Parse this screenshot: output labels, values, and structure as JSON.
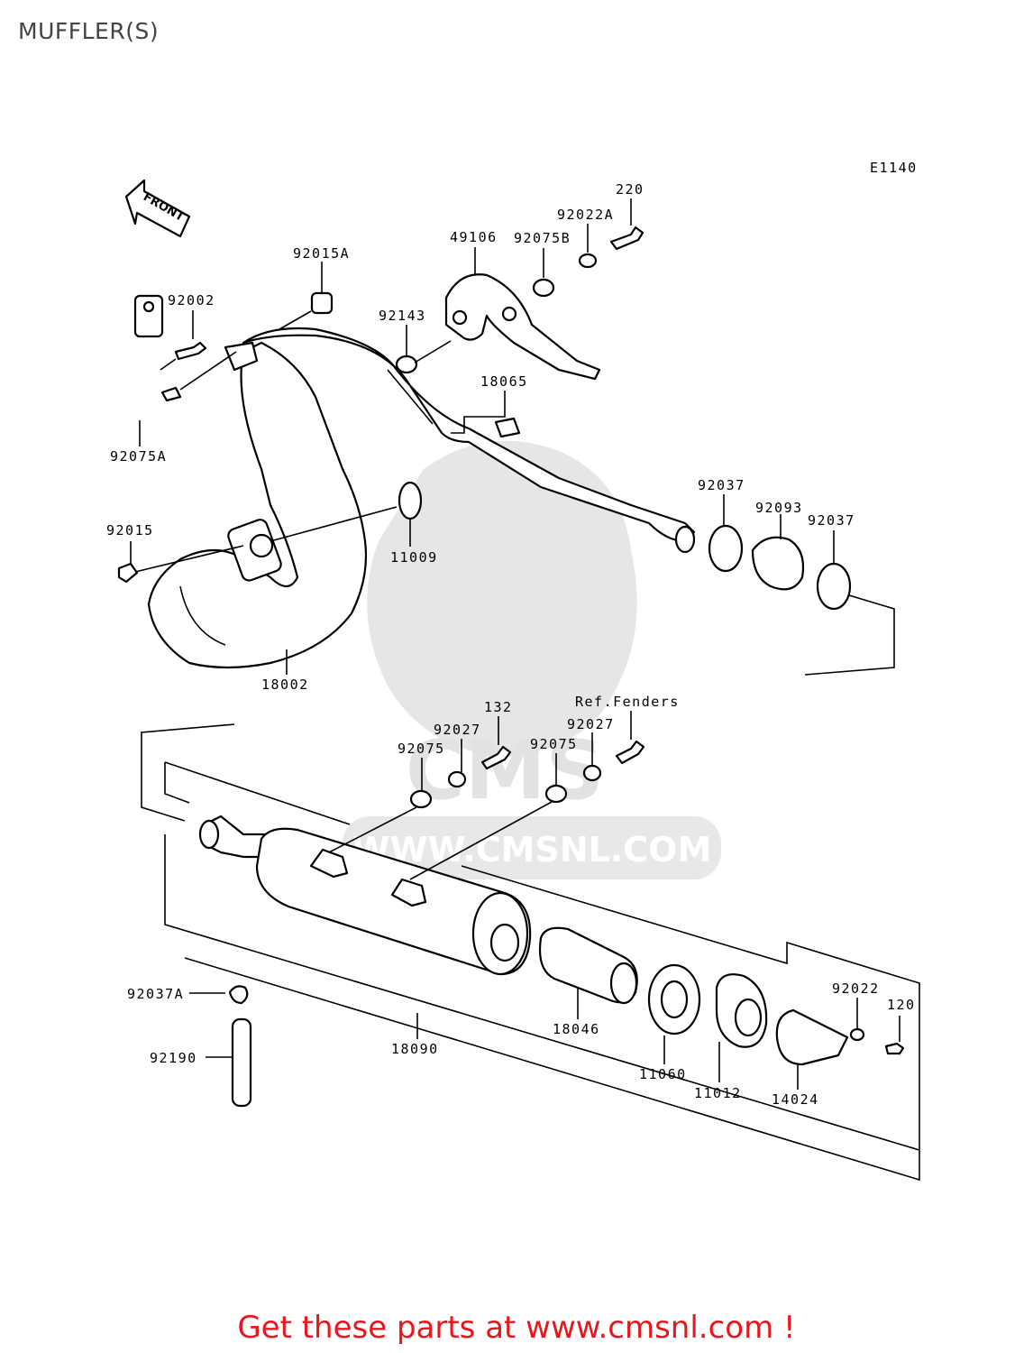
{
  "title": "MUFFLER(S)",
  "footer": "Get these parts at www.cmsnl.com !",
  "watermark": "WWW.CMSNL.COM",
  "watermark_logo": "CMS",
  "figure_code": "E1140",
  "front_arrow": "FRONT",
  "colors": {
    "footer": "#e8171c",
    "title": "#444444",
    "watermark": "#e6e6e6"
  },
  "labels": {
    "p220": "220",
    "p92022A": "92022A",
    "p49106": "49106",
    "p92075B": "92075B",
    "p92015A": "92015A",
    "p92002": "92002",
    "p92143": "92143",
    "p18065": "18065",
    "p92075A": "92075A",
    "p92037a": "92037",
    "p92093": "92093",
    "p92037b": "92037",
    "p92015": "92015",
    "p11009": "11009",
    "p18002": "18002",
    "p132": "132",
    "pRefFenders": "Ref.Fenders",
    "p92027a": "92027",
    "p92027b": "92027",
    "p92075a": "92075",
    "p92075b": "92075",
    "p92037A": "92037A",
    "p92190": "92190",
    "p18090": "18090",
    "p18046": "18046",
    "p11060": "11060",
    "p11012": "11012",
    "p14024": "14024",
    "p92022": "92022",
    "p120": "120"
  }
}
